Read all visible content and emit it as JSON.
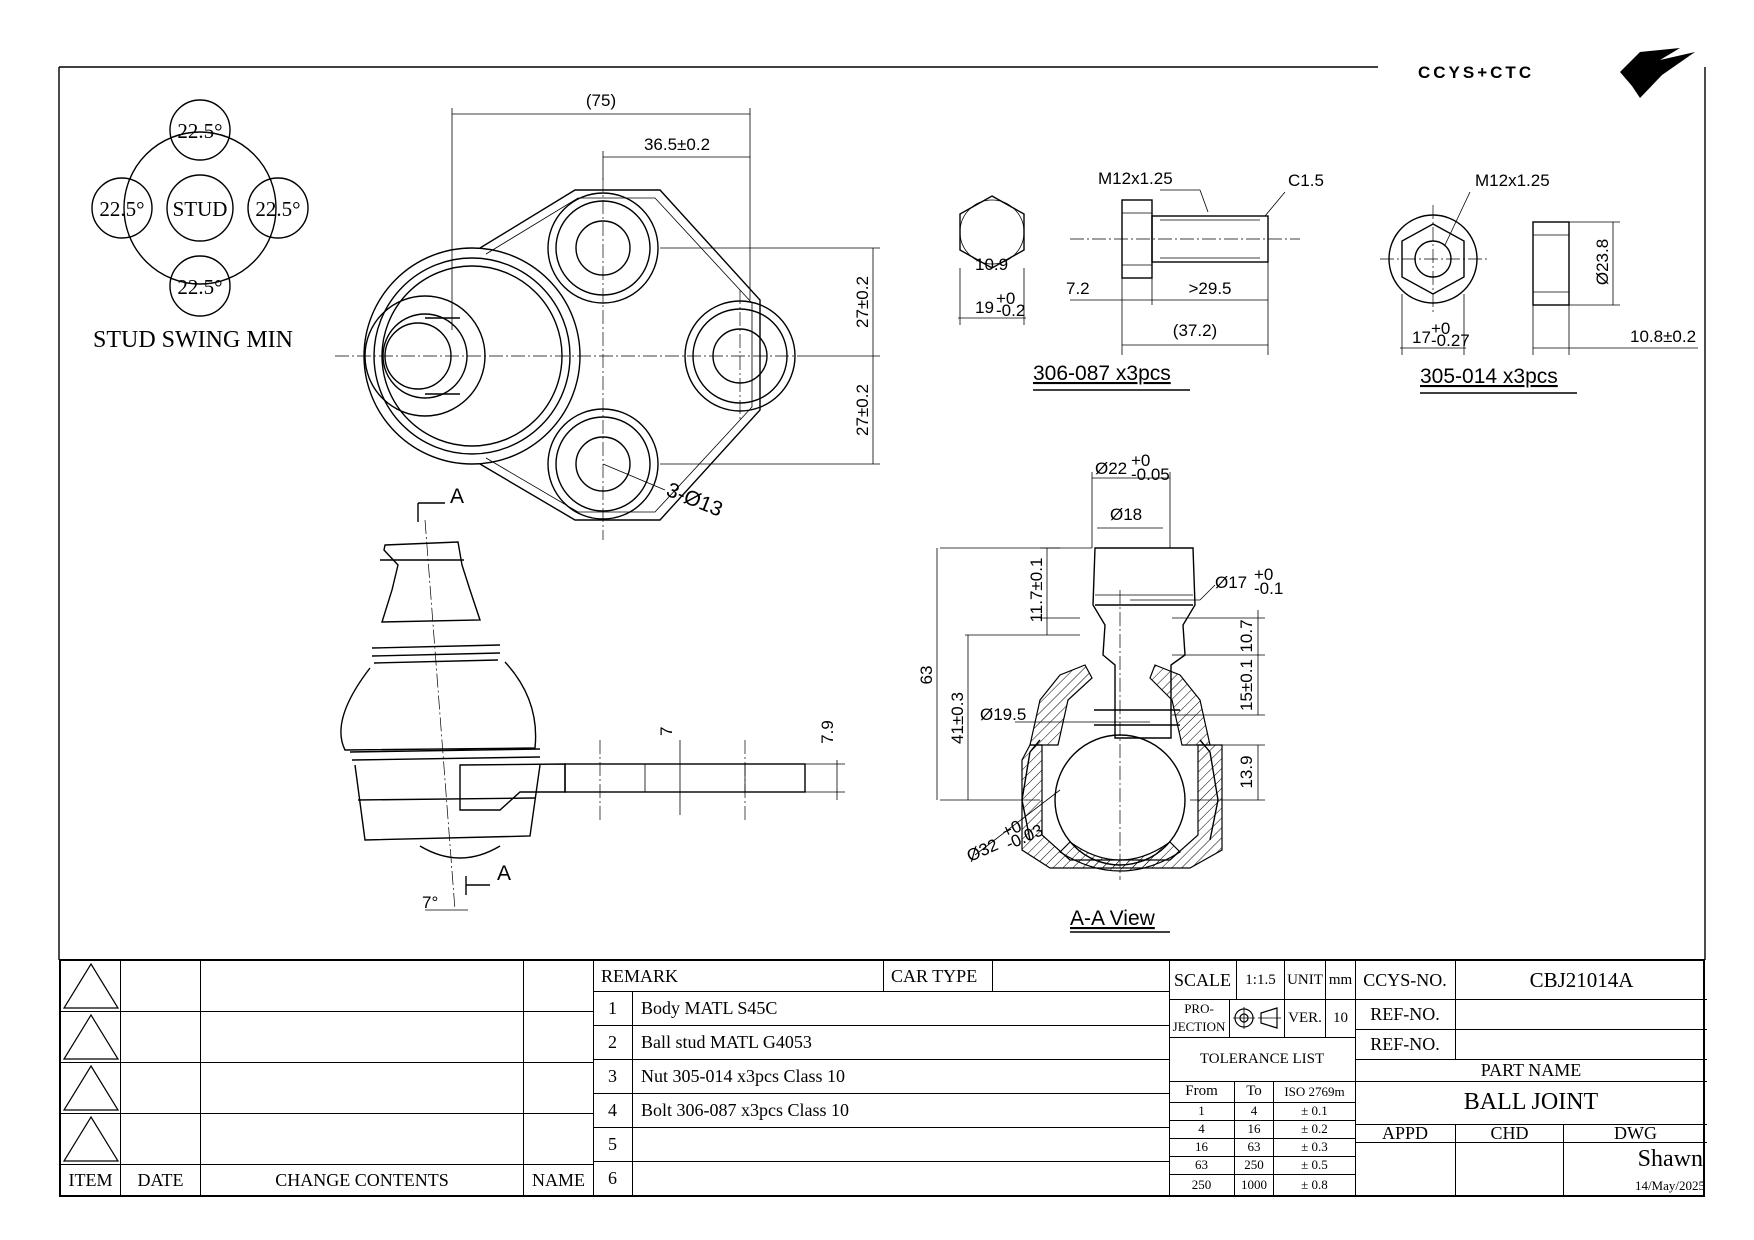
{
  "logo_text": "CCYS+CTC",
  "swing": {
    "top": "22.5°",
    "left": "22.5°",
    "right": "22.5°",
    "bottom": "22.5°",
    "center": "STUD",
    "caption": "STUD SWING MIN"
  },
  "top_view": {
    "dims": {
      "overall": "(75)",
      "offset": "36.5±0.2",
      "upper_spacing": "27±0.2",
      "lower_spacing": "27±0.2",
      "holes": "3-Ø13"
    }
  },
  "side_view": {
    "section_mark_top": "A",
    "section_mark_bottom": "A",
    "dims": {
      "angle": "7°",
      "flange": "7",
      "thickness": "7.9"
    }
  },
  "bolt": {
    "title": "306-087 x3pcs",
    "thread": "M12x1.25",
    "chamfer": "C1.5",
    "head_height": "7.2",
    "thread_length": ">29.5",
    "total_length": "(37.2)",
    "hex_size": "19",
    "hex_tol_upper": "+0",
    "hex_tol_lower": "-0.2",
    "grade": "10.9"
  },
  "nut": {
    "title": "305-014 x3pcs",
    "thread": "M12x1.25",
    "flange_dia": "Ø23.8",
    "height": "10.8±0.2",
    "hex_size": "17",
    "hex_tol_upper": "+0",
    "hex_tol_lower": "-0.27"
  },
  "section": {
    "title": "A-A View",
    "dims": {
      "top_dia": "Ø22",
      "top_dia_tol_upper": "+0",
      "top_dia_tol_lower": "-0.05",
      "neck_dia": "Ø18",
      "mid_dia": "Ø17",
      "mid_dia_tol_upper": "+0",
      "mid_dia_tol_lower": "-0.1",
      "total_height": "63",
      "lower_height": "41±0.3",
      "shank_length": "11.7±0.1",
      "collar": "10.7",
      "body_height": "15±0.1",
      "boot_dia": "Ø19.5",
      "ball_height": "13.9",
      "ball_dia": "Ø32",
      "ball_dia_tol_upper": "+0",
      "ball_dia_tol_lower": "-0.03"
    }
  },
  "title_block": {
    "revision_headers": {
      "item": "ITEM",
      "date": "DATE",
      "change": "CHANGE CONTENTS",
      "name": "NAME"
    },
    "remark_label": "REMARK",
    "car_type_label": "CAR TYPE",
    "remarks": [
      {
        "no": "1",
        "text": "Body MATL S45C"
      },
      {
        "no": "2",
        "text": "Ball stud MATL G4053"
      },
      {
        "no": "3",
        "text": "Nut 305-014 x3pcs Class 10"
      },
      {
        "no": "4",
        "text": "Bolt 306-087 x3pcs Class 10"
      },
      {
        "no": "5",
        "text": ""
      },
      {
        "no": "6",
        "text": ""
      }
    ],
    "scale_label": "SCALE",
    "scale_value": "1:1.5",
    "unit_label": "UNIT",
    "unit_value": "mm",
    "projection_label_1": "PRO-",
    "projection_label_2": "JECTION",
    "ver_label": "VER.",
    "ver_value": "10",
    "tolerance_title": "TOLERANCE LIST",
    "tolerance_headers": {
      "from": "From",
      "to": "To",
      "std": "ISO 2769m"
    },
    "tolerances": [
      {
        "from": "1",
        "to": "4",
        "tol": "± 0.1"
      },
      {
        "from": "4",
        "to": "16",
        "tol": "± 0.2"
      },
      {
        "from": "16",
        "to": "63",
        "tol": "± 0.3"
      },
      {
        "from": "63",
        "to": "250",
        "tol": "± 0.5"
      },
      {
        "from": "250",
        "to": "1000",
        "tol": "± 0.8"
      }
    ],
    "ccys_no_label": "CCYS-NO.",
    "ccys_no": "CBJ21014A",
    "ref_no_label_1": "REF-NO.",
    "ref_no_label_2": "REF-NO.",
    "part_name_label": "PART NAME",
    "part_name": "BALL JOINT",
    "appd_label": "APPD",
    "chd_label": "CHD",
    "dwg_label": "DWG",
    "drawn_by": "Shawn",
    "date": "14/May/2025"
  }
}
